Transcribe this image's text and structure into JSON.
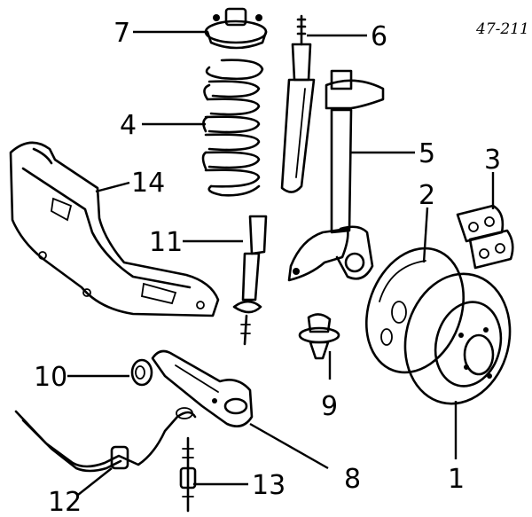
{
  "diagram": {
    "code": "47-211",
    "callouts": {
      "c1": "1",
      "c2": "2",
      "c3": "3",
      "c4": "4",
      "c5": "5",
      "c6": "6",
      "c7": "7",
      "c8": "8",
      "c9": "9",
      "c10": "10",
      "c11": "11",
      "c12": "12",
      "c13": "13",
      "c14": "14"
    }
  }
}
